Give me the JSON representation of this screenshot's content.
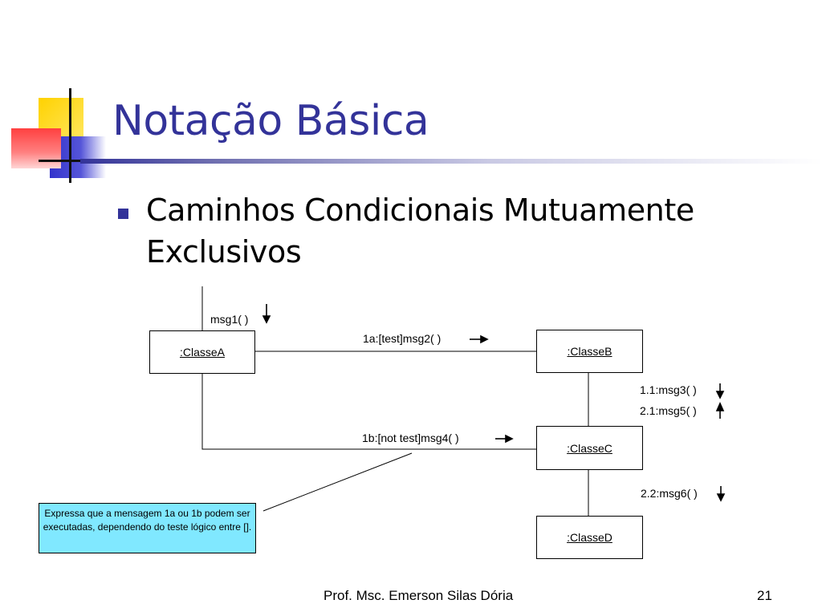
{
  "slide": {
    "title": "Notação Básica",
    "bullet": "Caminhos Condicionais Mutuamente Exclusivos",
    "colors": {
      "title": "#333399",
      "note_fill": "#80e8ff",
      "deco_yellow": "#ffd200",
      "deco_red": "#ff4040",
      "deco_blue": "#3333cc"
    }
  },
  "diagram": {
    "objects": {
      "classe_a": ":ClasseA",
      "classe_b": ":ClasseB",
      "classe_c": ":ClasseC",
      "classe_d": ":ClasseD"
    },
    "messages": {
      "msg1": "msg1( )",
      "msg2": "1a:[test]msg2( )",
      "msg3": "1.1:msg3( )",
      "msg5": "2.1:msg5( )",
      "msg4": "1b:[not test]msg4( )",
      "msg6": "2.2:msg6( )"
    },
    "note": "Expressa que a mensagem 1a ou 1b podem ser executadas, dependendo do teste lógico entre []."
  },
  "footer": {
    "author": "Prof. Msc. Emerson Silas Dória",
    "page": "21"
  }
}
